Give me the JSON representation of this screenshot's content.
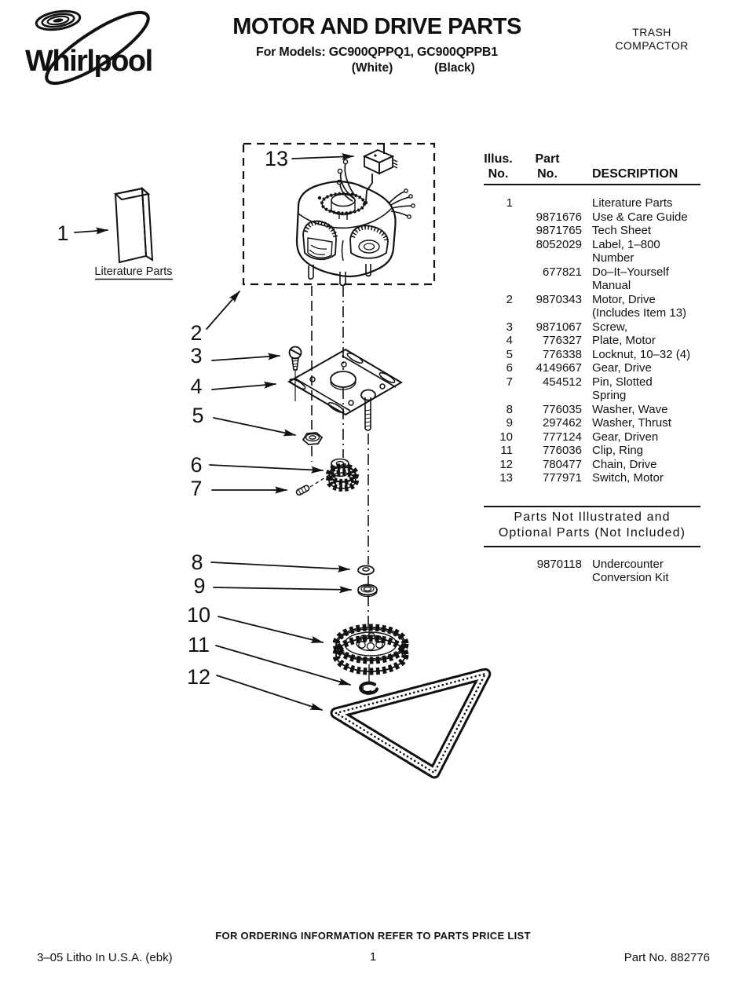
{
  "header": {
    "brand": "Whirlpool",
    "title": "MOTOR AND DRIVE PARTS",
    "models_line": "For Models: GC900QPPQ1, GC900QPPB1",
    "finish_white": "(White)",
    "finish_black": "(Black)",
    "appliance_type_line1": "TRASH",
    "appliance_type_line2": "COMPACTOR"
  },
  "diagram": {
    "literature_label": "Literature Parts",
    "callouts": [
      {
        "label": "1"
      },
      {
        "label": "2"
      },
      {
        "label": "3"
      },
      {
        "label": "4"
      },
      {
        "label": "5"
      },
      {
        "label": "6"
      },
      {
        "label": "7"
      },
      {
        "label": "8"
      },
      {
        "label": "9"
      },
      {
        "label": "10"
      },
      {
        "label": "11"
      },
      {
        "label": "12"
      },
      {
        "label": "13"
      }
    ]
  },
  "parts_table": {
    "head": {
      "illus1": "Illus.",
      "illus2": "No.",
      "part1": "Part",
      "part2": "No.",
      "description": "DESCRIPTION"
    },
    "rows": [
      {
        "illus": "1",
        "part": "",
        "desc": "Literature Parts"
      },
      {
        "illus": "",
        "part": "9871676",
        "desc": "Use & Care Guide"
      },
      {
        "illus": "",
        "part": "9871765",
        "desc": "Tech Sheet"
      },
      {
        "illus": "",
        "part": "8052029",
        "desc": "Label, 1–800\nNumber"
      },
      {
        "illus": "",
        "part": "677821",
        "desc": "Do–It–Yourself\nManual"
      },
      {
        "illus": "2",
        "part": "9870343",
        "desc": "Motor, Drive\n(Includes Item 13)"
      },
      {
        "illus": "3",
        "part": "9871067",
        "desc": "Screw,"
      },
      {
        "illus": "4",
        "part": "776327",
        "desc": "Plate, Motor"
      },
      {
        "illus": "5",
        "part": "776338",
        "desc": "Locknut, 10–32 (4)"
      },
      {
        "illus": "6",
        "part": "4149667",
        "desc": "Gear, Drive"
      },
      {
        "illus": "7",
        "part": "454512",
        "desc": "Pin, Slotted\nSpring"
      },
      {
        "illus": "8",
        "part": "776035",
        "desc": "Washer, Wave"
      },
      {
        "illus": "9",
        "part": "297462",
        "desc": "Washer, Thrust"
      },
      {
        "illus": "10",
        "part": "777124",
        "desc": "Gear, Driven"
      },
      {
        "illus": "11",
        "part": "776036",
        "desc": "Clip, Ring"
      },
      {
        "illus": "12",
        "part": "780477",
        "desc": "Chain, Drive"
      },
      {
        "illus": "13",
        "part": "777971",
        "desc": "Switch, Motor"
      }
    ]
  },
  "not_illustrated": {
    "heading_line1": "Parts Not Illustrated and",
    "heading_line2": "Optional Parts (Not Included)",
    "row": {
      "part": "9870118",
      "desc": "Undercounter\nConversion Kit"
    }
  },
  "footer": {
    "ordering_note": "FOR ORDERING INFORMATION REFER TO PARTS PRICE LIST",
    "litho": "3–05 Litho In U.S.A. (ebk)",
    "page_number": "1",
    "part_no": "Part No. 882776"
  }
}
